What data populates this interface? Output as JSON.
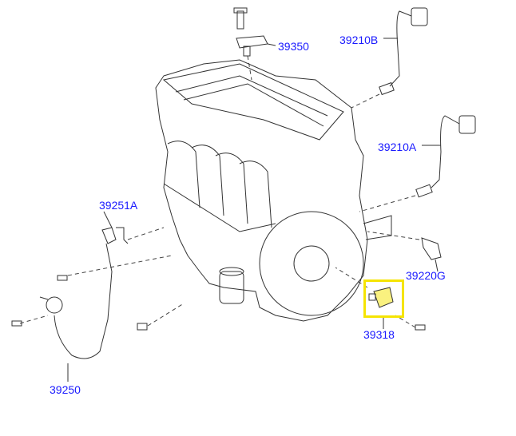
{
  "diagram": {
    "labels": {
      "p39350": "39350",
      "p39210B": "39210B",
      "p39210A": "39210A",
      "p39251A": "39251A",
      "p39220G": "39220G",
      "p39318": "39318",
      "p39250": "39250"
    },
    "highlighted_part": "39318",
    "colors": {
      "label": "#1a1aff",
      "highlight": "#f5e400",
      "line": "#333333"
    }
  }
}
